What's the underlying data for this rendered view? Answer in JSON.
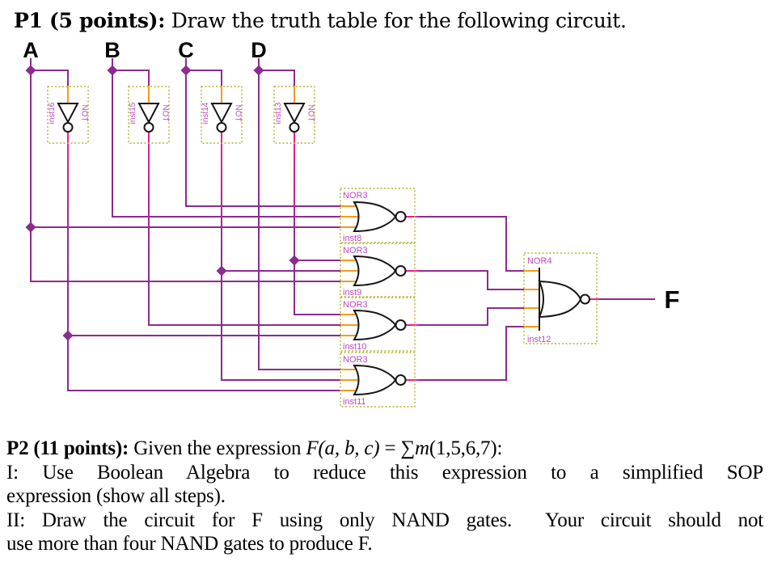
{
  "p1": {
    "label_bold": "P1 (5 points):",
    "text": " Draw the truth table for the following circuit."
  },
  "circuit": {
    "inputs": [
      "A",
      "B",
      "C",
      "D"
    ],
    "output": "F",
    "not_gates": [
      {
        "inst": "inst16",
        "type": "NOT",
        "input": "A"
      },
      {
        "inst": "inst15",
        "type": "NOT",
        "input": "B"
      },
      {
        "inst": "inst14",
        "type": "NOT",
        "input": "C"
      },
      {
        "inst": "inst13",
        "type": "NOT",
        "input": "D"
      }
    ],
    "nor3_gates": [
      {
        "inst": "inst8",
        "type": "NOR3",
        "inputs": [
          "C",
          "B",
          "A"
        ]
      },
      {
        "inst": "inst9",
        "type": "NOR3",
        "inputs": [
          "D'",
          "C'",
          "A"
        ]
      },
      {
        "inst": "inst10",
        "type": "NOR3",
        "inputs": [
          "D'",
          "B'",
          "A'"
        ]
      },
      {
        "inst": "inst11",
        "type": "NOR3",
        "inputs": [
          "D",
          "C'",
          "A'"
        ]
      }
    ],
    "nor4_gate": {
      "inst": "inst12",
      "type": "NOR4",
      "inputs": [
        "inst8",
        "inst9",
        "inst10",
        "inst11"
      ],
      "output": "F"
    },
    "colors": {
      "wire": "#8c2b90",
      "gate_output_stub": "#ee1e8e",
      "gate_input_stub": "#f49b20",
      "symbol_box": "#b3b32e",
      "symbol_label": "#be48c0",
      "gate_outline": "#151515"
    }
  },
  "p2": {
    "label_bold": "P2 (11 points):",
    "lead": " Given the expression ",
    "expr_f": "F(a, b, c)",
    "expr_eq": " = ∑",
    "expr_m": "m",
    "expr_tail": "(1,5,6,7):",
    "line_i_1": "I: Use Boolean Algebra to reduce this expression to a simplified SOP",
    "line_i_2": "expression (show all steps).",
    "line_ii_1": "II: Draw the circuit for F using only NAND gates.  Your circuit should not",
    "line_ii_2": "use more than four NAND gates to produce F."
  }
}
